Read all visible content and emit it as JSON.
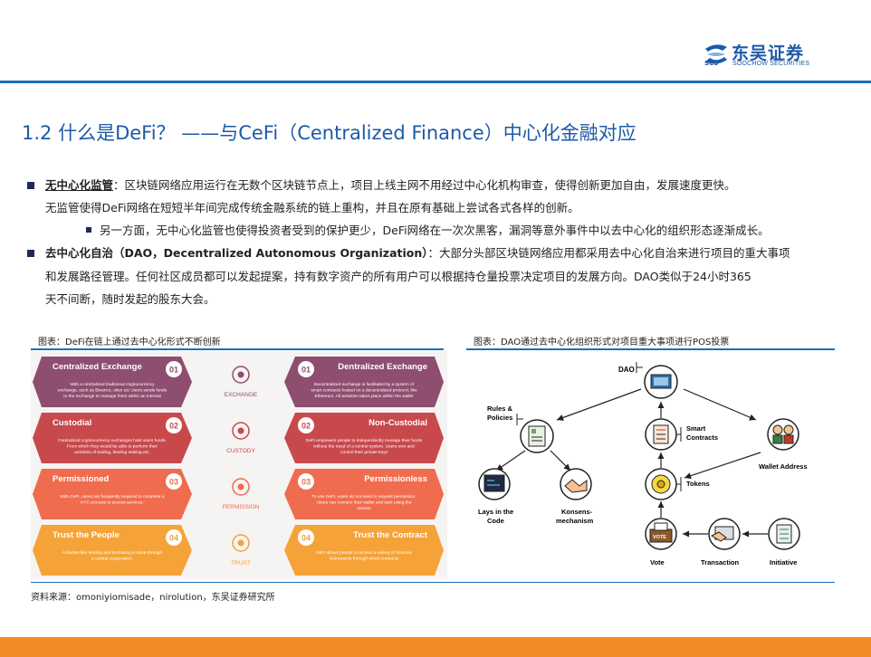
{
  "header": {
    "logo_cn": "东吴证券",
    "logo_en": "SOOCHOW SECURITIES",
    "logo_abbr": "SCS",
    "brand_color": "#1c5aa8",
    "accent_color": "#f08a24"
  },
  "title": "1.2 什么是DeFi？ ——与CeFi（Centralized Finance）中心化金融对应",
  "bullets": {
    "b1_term": "无中心化监管",
    "b1_line1": "：区块链网络应用运行在无数个区块链节点上，项目上线主网不用经过中心化机构审查，使得创新更加自由，发展速度更快。",
    "b1_line2": "无监管使得DeFi网络在短短半年间完成传统金融系统的链上重构，并且在原有基础上尝试各式各样的创新。",
    "b1_sub": "另一方面，无中心化监管也使得投资者受到的保护更少，DeFi网络在一次次黑客，漏洞等意外事件中以去中心化的组织形态逐渐成长。",
    "b2_term": "去中心化自治（DAO，Decentralized Autonomous Organization）",
    "b2_line1": "：大部分头部区块链网络应用都采用去中心化自治来进行项目的重大事项",
    "b2_line2": "和发展路径管理。任何社区成员都可以发起提案，持有数字资产的所有用户可以根据持仓量投票决定项目的发展方向。DAO类似于24小时365",
    "b2_line3": "天不间断，随时发起的股东大会。"
  },
  "figure_left": {
    "caption": "图表：DeFi在链上通过去中心化形式不断创新",
    "rows": [
      {
        "left_title": "Centralized Exchange",
        "left_num": "01",
        "left_desc": "With a centralized traditional cryptocurrency exchange, such as Binance, okex etc Users sends funds to the exchange to manage them within an internal account.",
        "center_label": "EXCHANGE",
        "right_num": "01",
        "right_title": "Dentralized Exchange",
        "right_desc": "Decentralized exchange is facilitated by a system of smart contracts hosted on a decentralized protocol, like Ethereum. All activities takes place within the wallet",
        "color": "#8e4e70"
      },
      {
        "left_title": "Custodial",
        "left_num": "02",
        "left_desc": "Centralized cryptocurrency exchanges hold users funds. From which they would be able to perform their activities of trading, lending staking etc.",
        "center_label": "CUSTODY",
        "right_num": "02",
        "right_title": "Non-Custodial",
        "right_desc": "DeFi empowers people to independently manage their funds without the need of a central system. Users own and control their private keys",
        "color": "#c8494c"
      },
      {
        "left_title": "Permissioned",
        "left_num": "03",
        "left_desc": "With CeFi, users are frequently required to complete a KYC process to access services.",
        "center_label": "PERMISSION",
        "right_num": "03",
        "right_title": "Permissionless",
        "right_desc": "To use DeFi, users do not need to request permission. Users can connect their wallet and start using the service",
        "color": "#ef6c4e"
      },
      {
        "left_title": "Trust the People",
        "left_num": "04",
        "left_desc": "Activities like lending and borrowing is done through a central cooperation.",
        "center_label": "TRUST",
        "right_num": "04",
        "right_title": "Trust the Contract",
        "right_desc": "DeFi allows people to access a variety of financial instruments through smart contracts",
        "color": "#f5a338"
      }
    ]
  },
  "figure_right": {
    "caption": "图表：DAO通过去中心化组织形式对项目重大事项进行POS投票",
    "nodes": {
      "dao": "DAO",
      "rules": "Rules &\nPolicies",
      "smart": "Smart\nContracts",
      "wallet": "Wallet Address",
      "tokens": "Tokens",
      "laysin": "Lays in the\nCode",
      "konsens": "Konsens-\nmechanism",
      "vote": "Vote",
      "transaction": "Transaction",
      "initiative": "Initiative",
      "vote_badge": "VOTE"
    }
  },
  "source": "资料来源：omoniyiomisade，nirolution，东吴证券研究所"
}
